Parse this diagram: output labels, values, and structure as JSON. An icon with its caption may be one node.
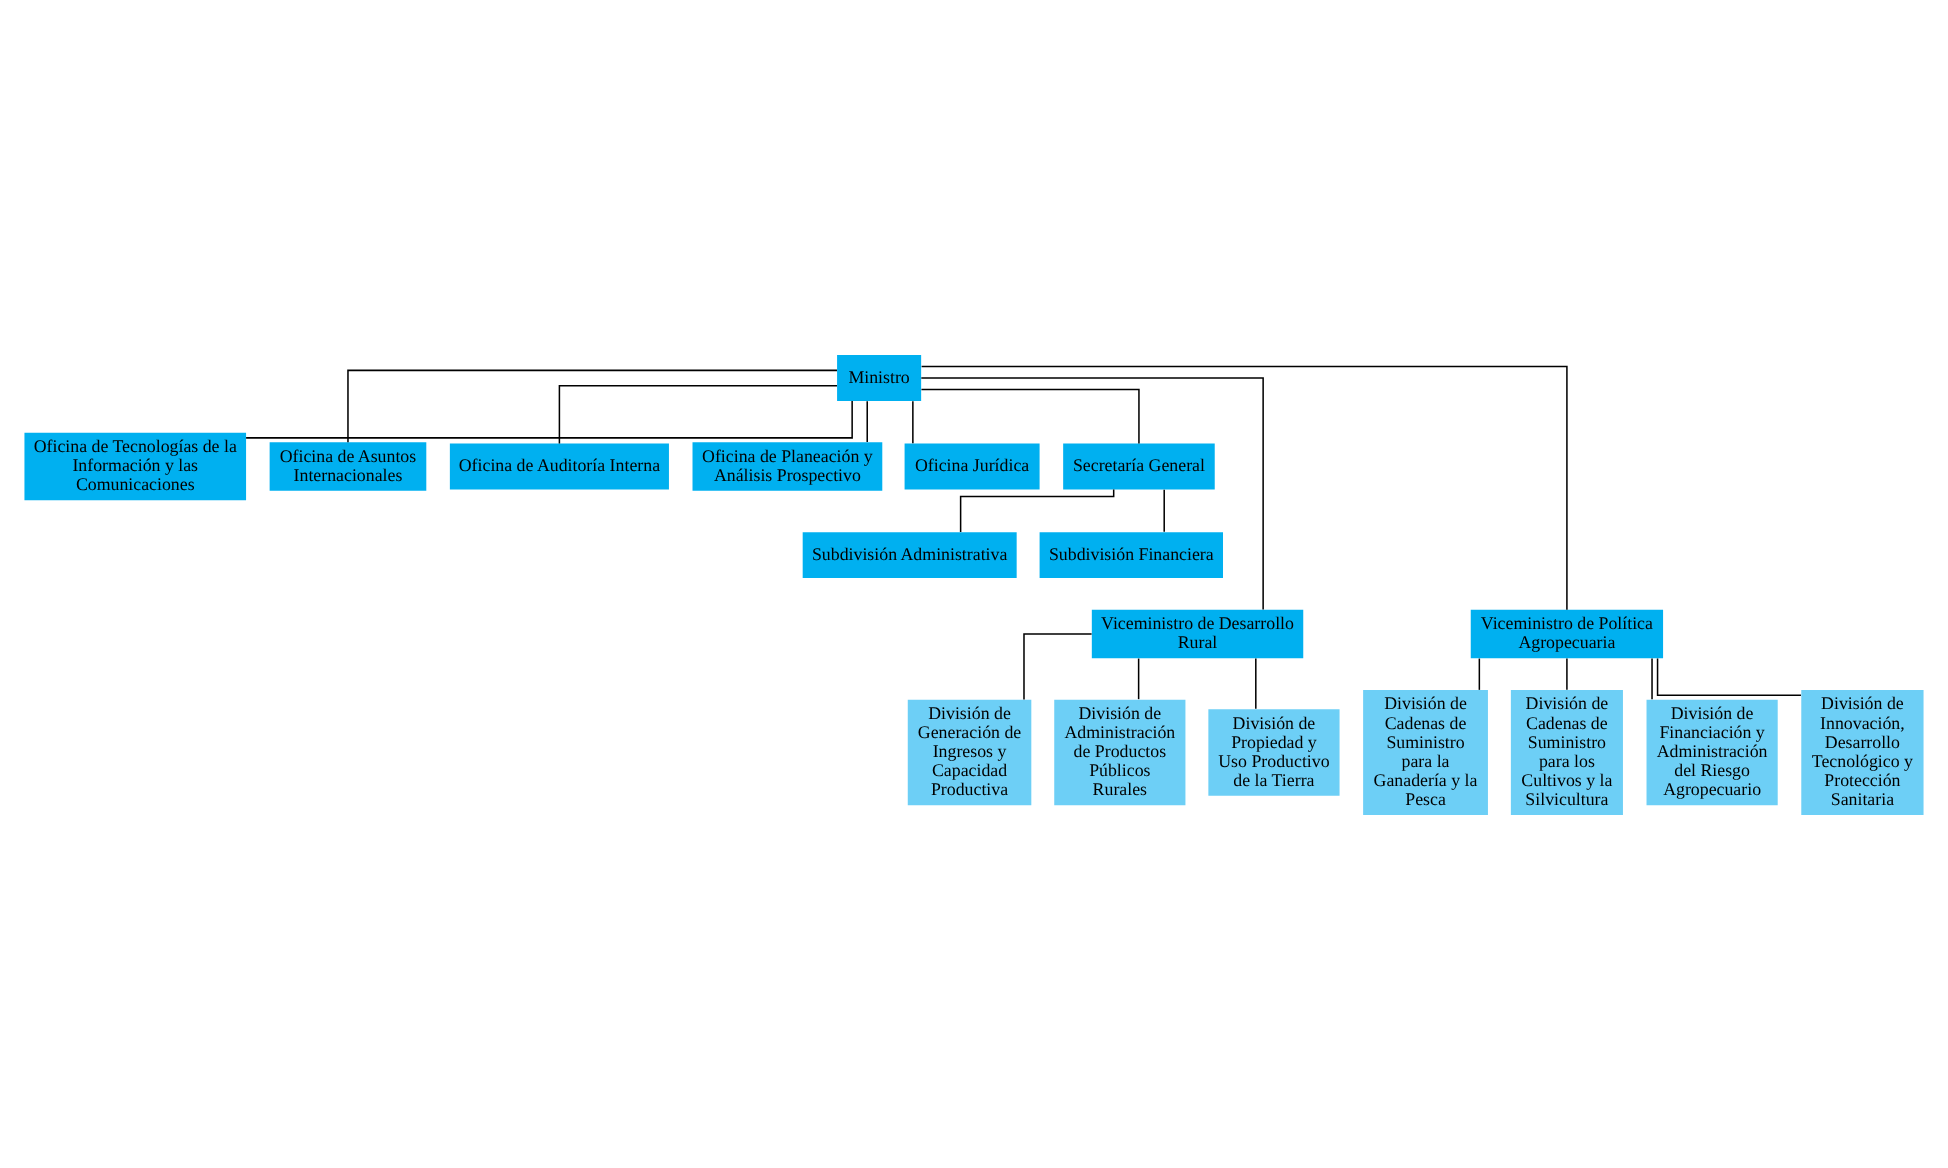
{
  "diagram": {
    "nodes": [
      {
        "text": [
          "Ministro"
        ]
      },
      {
        "text": [
          "Oficina de Tecnologías de la Información y las Comunicaciones"
        ]
      },
      {
        "text": [
          "Oficina de Asuntos Internacionales"
        ]
      },
      {
        "text": [
          "Oficina de Auditoría Interna"
        ]
      },
      {
        "text": [
          "Oficina de Planeación y Análisis Prospectivo"
        ]
      },
      {
        "text": [
          "Oficina Jurídica"
        ]
      },
      {
        "text": [
          "Secretaría General"
        ]
      },
      {
        "text": [
          "Subdivisión Administrativa"
        ]
      },
      {
        "text": [
          "Subdivisión Financiera"
        ]
      },
      {
        "text": [
          "Viceministro de Desarrollo Rural"
        ]
      },
      {
        "text": [
          "Viceministro de Política Agropecuaria"
        ]
      },
      {
        "text": [
          "División de Generación de Ingresos y Capacidad Productiva"
        ]
      },
      {
        "text": [
          "División de Administración de Productos Públicos Rurales"
        ]
      },
      {
        "text": [
          "División de Propiedad y Uso Productivo de la Tierra"
        ]
      },
      {
        "text": [
          "División de Cadenas de Suministro para la Ganadería y la Pesca"
        ]
      },
      {
        "text": [
          "División de Cadenas de Suministro para los Cultivos y la Silvicultura"
        ]
      },
      {
        "text": [
          "División de Financiación y Administración del Riesgo Agropecuario"
        ]
      },
      {
        "text": [
          "División de Innovación, Desarrollo Tecnológico y Protección Sanitaria"
        ]
      }
    ],
    "edges": [
      {
        "from": 0,
        "to": 1,
        "arrow": "none"
      },
      {
        "from": 0,
        "to": 2,
        "arrow": "none"
      },
      {
        "from": 0,
        "to": 3,
        "arrow": "none"
      },
      {
        "from": 0,
        "to": 4,
        "arrow": "none"
      },
      {
        "from": 0,
        "to": 5,
        "arrow": "none"
      },
      {
        "from": 0,
        "to": 6,
        "arrow": "none"
      },
      {
        "from": 6,
        "to": 7,
        "arrow": "none"
      },
      {
        "from": 6,
        "to": 8,
        "arrow": "none"
      },
      {
        "from": 0,
        "to": 9,
        "arrow": "none"
      },
      {
        "from": 0,
        "to": 10,
        "arrow": "none"
      },
      {
        "from": 9,
        "to": 11,
        "arrow": "none"
      },
      {
        "from": 9,
        "to": 12,
        "arrow": "none"
      },
      {
        "from": 9,
        "to": 13,
        "arrow": "none"
      },
      {
        "from": 10,
        "to": 14,
        "arrow": "none"
      },
      {
        "from": 10,
        "to": 15,
        "arrow": "none"
      },
      {
        "from": 10,
        "to": 16,
        "arrow": "none"
      },
      {
        "from": 10,
        "to": 17,
        "arrow": "none"
      }
    ]
  }
}
